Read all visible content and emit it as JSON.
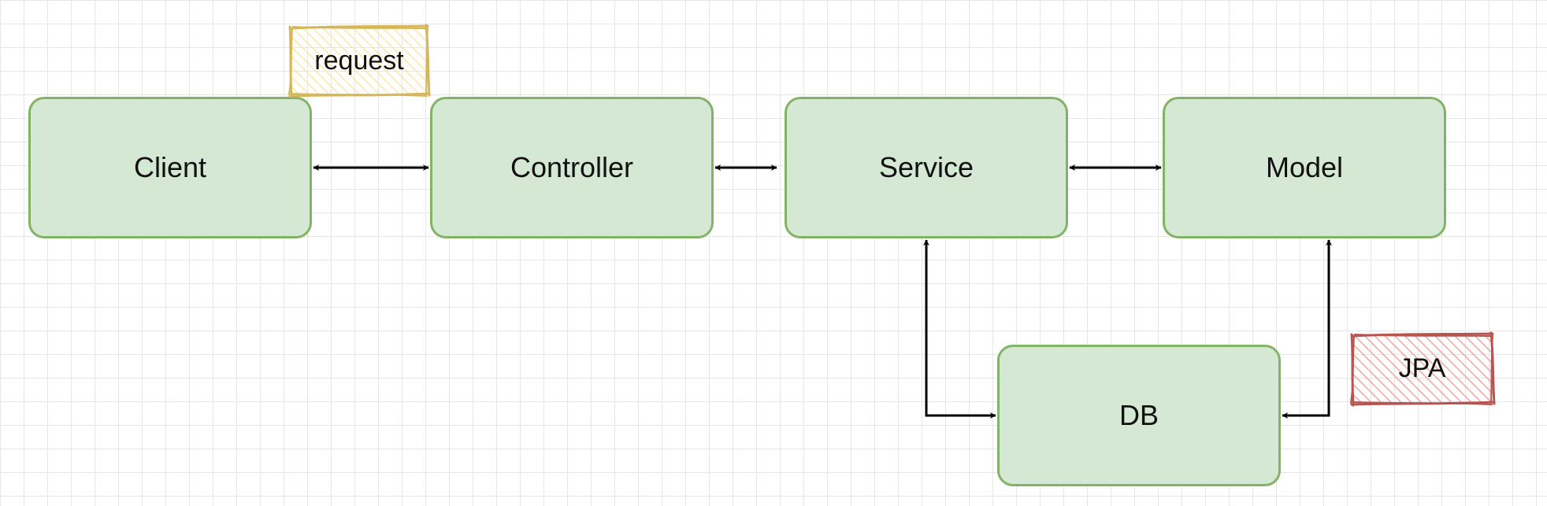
{
  "diagram": {
    "nodes": {
      "client": "Client",
      "controller": "Controller",
      "service": "Service",
      "model": "Model",
      "db": "DB"
    },
    "notes": {
      "request": "request",
      "jpa": "JPA"
    }
  },
  "colors": {
    "canvas_background": "#ffffff",
    "grid_line": "#e6e6e6",
    "node_fill": "#d5e8d4",
    "node_stroke": "#82b366",
    "request_note_stroke": "#d6b656",
    "request_note_hatch": "#fbe7a9",
    "jpa_note_stroke": "#b85450",
    "jpa_note_hatch": "#f1a5a3",
    "connector": "#000000"
  }
}
